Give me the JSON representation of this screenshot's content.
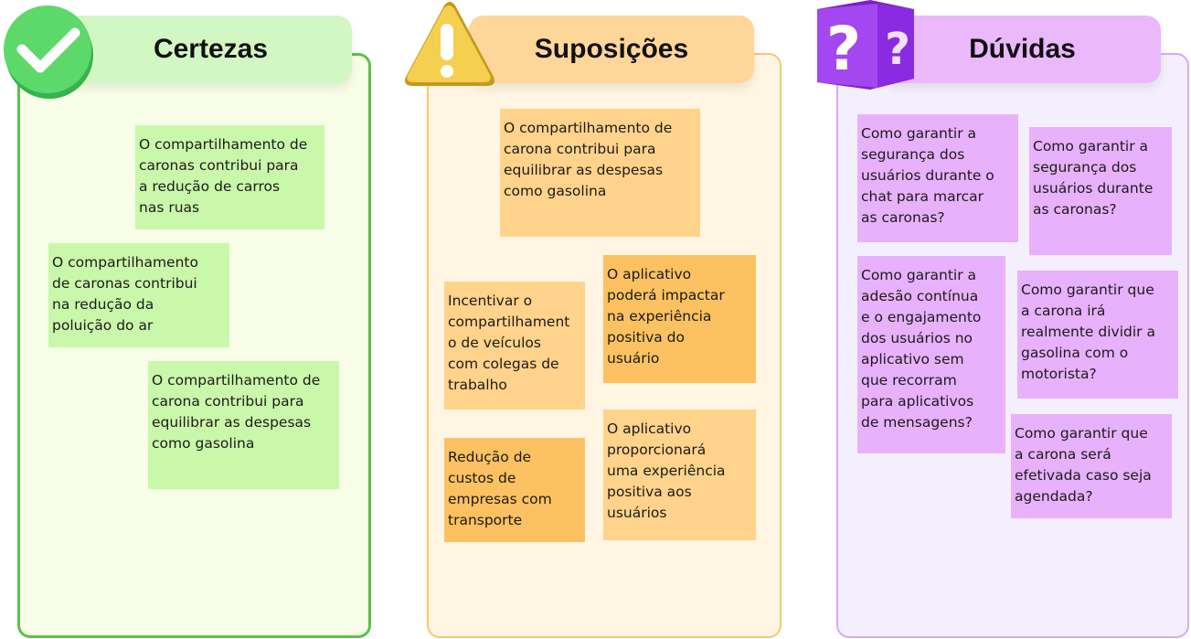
{
  "columns": {
    "certezas": {
      "title": "Certezas",
      "icon": "green-checkmark-icon",
      "accent_color": "#5cc04c",
      "notes": [
        "O compartilhamento de\ncaronas contribui para\na redução de carros\nnas ruas",
        "O compartilhamento\nde caronas contribui\nna redução da\npoluição do ar",
        "O compartilhamento de\ncarona contribui para\nequilibrar as despesas\ncomo gasolina"
      ]
    },
    "suposicoes": {
      "title": "Suposições",
      "icon": "warning-sign-icon",
      "accent_color": "#f9c577",
      "notes": [
        "O compartilhamento de\ncarona contribui para\nequilibrar as despesas\ncomo gasolina",
        "Incentivar o\ncompartilhament\no de veículos\ncom colegas de\ntrabalho",
        "O aplicativo\npoderá impactar\nna experiência\npositiva do\nusuário",
        "Redução de\ncustos de\nempresas com\ntransporte",
        "O aplicativo\nproporcionará\numa experiência\npositiva aos\nusuários"
      ]
    },
    "duvidas": {
      "title": "Dúvidas",
      "icon": "question-cube-icon",
      "accent_color": "#d5a9f6",
      "notes": [
        "Como garantir a\nsegurança dos\nusuários durante o\nchat para marcar\nas caronas?",
        "Como garantir a\nsegurança dos\nusuários durante\nas caronas?",
        "Como garantir a\nadesão contínua\ne o engajamento\ndos usuários no\naplicativo sem\nque recorram\npara aplicativos\nde mensagens?",
        "Como garantir que\na carona irá\nrealmente dividir a\ngasolina com o\nmotorista?",
        "Como garantir que\na carona será\nefetivada caso seja\nagendada?"
      ]
    }
  }
}
